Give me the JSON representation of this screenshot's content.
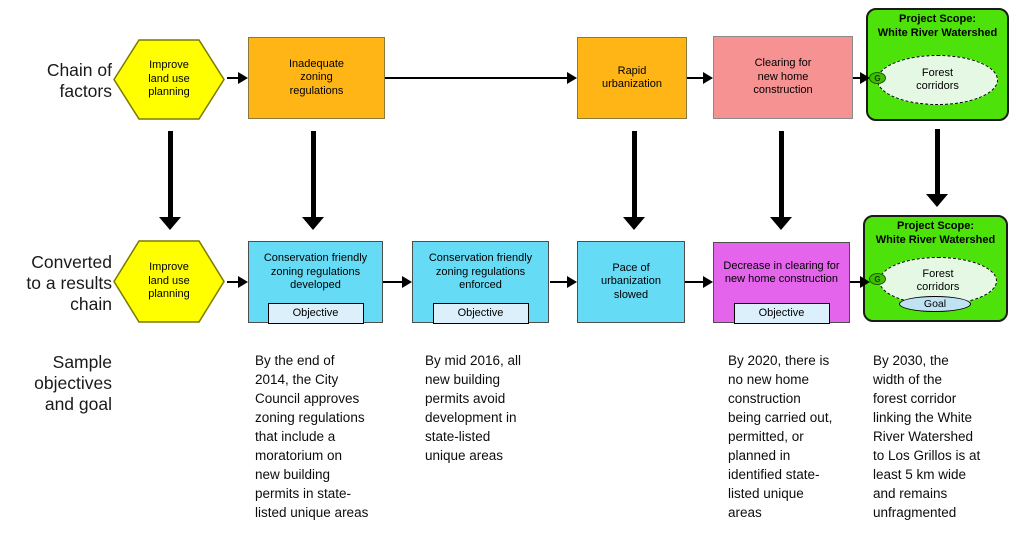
{
  "colors": {
    "yellow": "#FFFF00",
    "orange": "#FFB515",
    "salmon": "#F79292",
    "cyan": "#66DBF5",
    "magenta": "#E464EC",
    "green": "#4DE30A",
    "pale_green": "#E4F8E4",
    "pale_blue": "#DCF0FB",
    "goal_blue": "#BFE3F2"
  },
  "row_labels": {
    "factors": "Chain of\nfactors",
    "results": "Converted\nto a results\nchain",
    "objectives": "Sample\nobjectives\nand goal"
  },
  "factors_chain": {
    "strategy": "Improve\nland use\nplanning",
    "factor1": "Inadequate\nzoning\nregulations",
    "factor2": "Rapid\nurbanization",
    "factor3": "Clearing for\nnew home\nconstruction",
    "scope": {
      "title": "Project Scope:\nWhite River Watershed",
      "target": "Forest\ncorridors",
      "target_icon": "G"
    }
  },
  "results_chain": {
    "strategy": "Improve\nland use\nplanning",
    "result1": {
      "text": "Conservation friendly\nzoning regulations\ndeveloped",
      "tag": "Objective"
    },
    "result2": {
      "text": "Conservation friendly\nzoning regulations\nenforced",
      "tag": "Objective"
    },
    "result3": {
      "text": "Pace of\nurbanization\nslowed"
    },
    "result4": {
      "text": "Decrease in clearing for\nnew home construction",
      "tag": "Objective"
    },
    "scope": {
      "title": "Project Scope:\nWhite River Watershed",
      "target": "Forest\ncorridors",
      "goal_tag": "Goal",
      "target_icon": "G"
    }
  },
  "objectives": {
    "obj1": "By the end of\n2014, the City\nCouncil approves\nzoning regulations\nthat include a\nmoratorium on\nnew building\npermits in state-\nlisted unique areas",
    "obj2": "By mid 2016, all\nnew building\npermits avoid\ndevelopment in\nstate-listed\nunique areas",
    "obj3": "By 2020, there is\nno new home\nconstruction\nbeing carried out,\npermitted, or\nplanned in\nidentified state-\nlisted unique\nareas",
    "goal": "By 2030, the\nwidth of the\nforest corridor\nlinking the White\nRiver Watershed\nto Los Grillos is at\nleast 5 km wide\nand remains\nunfragmented"
  }
}
